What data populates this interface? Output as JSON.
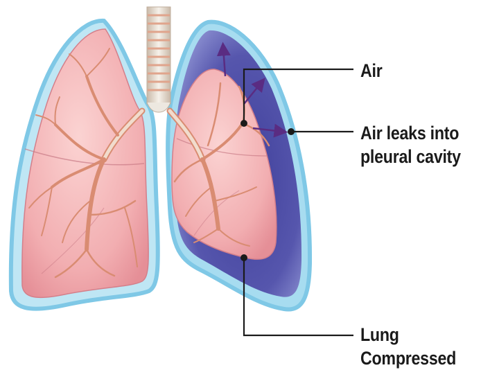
{
  "labels": {
    "air": "Air",
    "leak_line1": "Air leaks into",
    "leak_line2": "pleural cavity",
    "lung_line1": "Lung",
    "lung_line2": "Compressed"
  },
  "colors": {
    "pleura_outline": "#7fc8e6",
    "pleural_air": "#4f4fa8",
    "lung_tissue": "#f2aeb1",
    "bronchi": "#d98c72",
    "trachea": "#ede8e0",
    "arrow": "#5a2c82",
    "leader_line": "#1a1a1a"
  }
}
